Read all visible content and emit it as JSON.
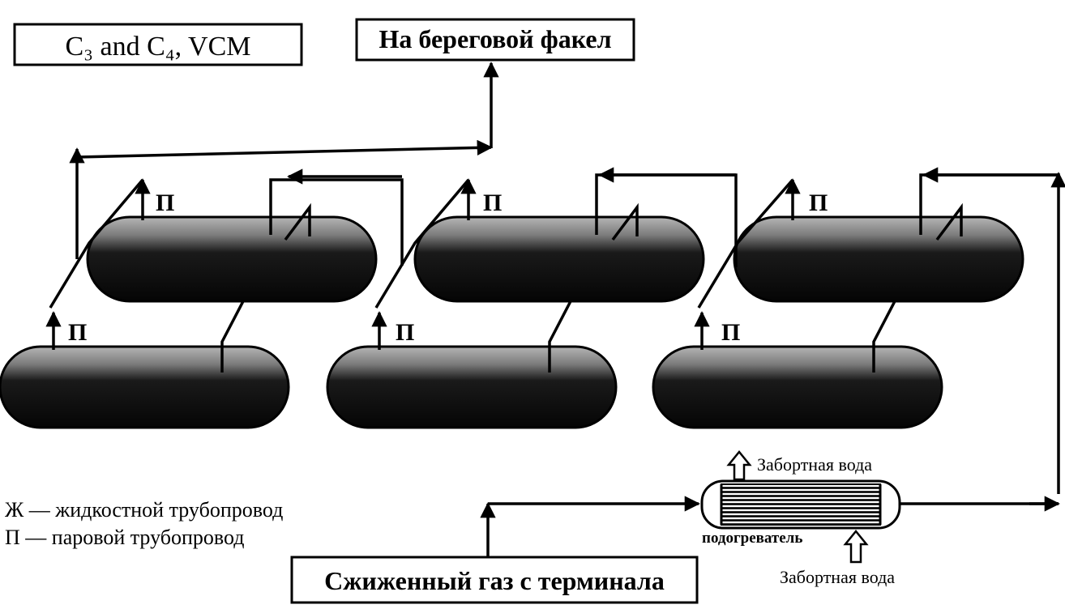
{
  "labels": {
    "cargo": "C₃ and C₄, VCM",
    "flare": "На береговой факел",
    "source": "Сжиженный газ с терминала",
    "heater": "подогреватель",
    "water_out": "Забортная вода",
    "water_in": "Забортная вода",
    "vapor_tag": "П"
  },
  "legend": [
    {
      "text": "Ж — жидкостной трубопровод"
    },
    {
      "text": "П — паровой трубопровод"
    }
  ],
  "colors": {
    "ink": "#000000",
    "tank_top": "#9a9a9a",
    "tank_body": "#0a0a0a",
    "paper": "#ffffff"
  },
  "icons": [
    "flow-arrow-icon",
    "open-arrow-icon",
    "tank-icon",
    "heat-exchanger-icon"
  ]
}
